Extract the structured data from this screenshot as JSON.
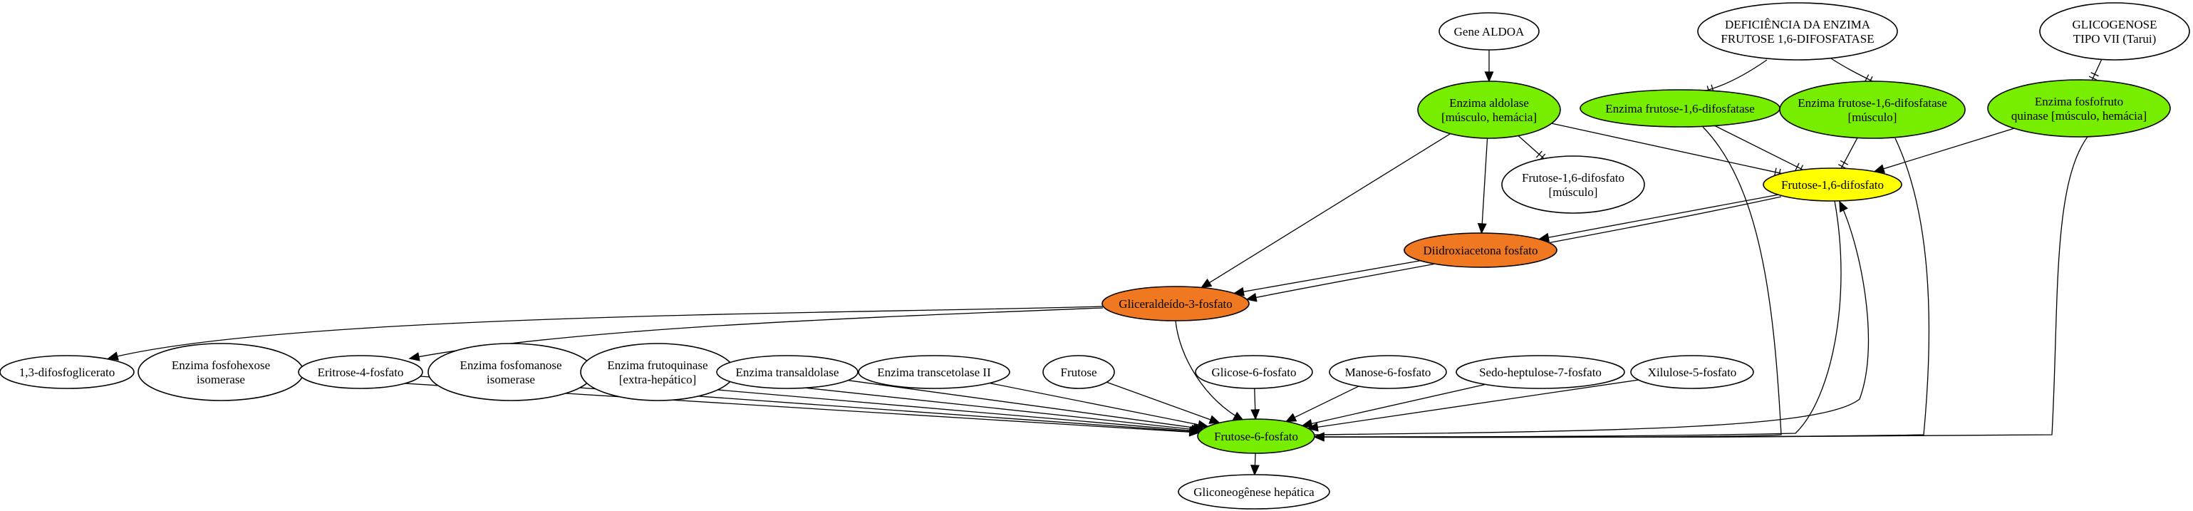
{
  "nodes": [
    {
      "id": "gene_aldoa",
      "lines": [
        "Gene ALDOA"
      ],
      "fill": "#ffffff"
    },
    {
      "id": "deficiencia",
      "lines": [
        "DEFICIÊNCIA DA ENZIMA",
        "FRUTOSE 1,6-DIFOSFATASE"
      ],
      "fill": "#ffffff"
    },
    {
      "id": "glicogenose",
      "lines": [
        "GLICOGENOSE",
        "TIPO VII (Tarui)"
      ],
      "fill": "#ffffff"
    },
    {
      "id": "aldolase",
      "lines": [
        "Enzima aldolase",
        "[músculo, hemácia]"
      ],
      "fill": "#77ee00"
    },
    {
      "id": "fbpase",
      "lines": [
        "Enzima frutose-1,6-difosfatase"
      ],
      "fill": "#77ee00"
    },
    {
      "id": "fbpase_musc",
      "lines": [
        "Enzima frutose-1,6-difosfatase",
        "[músculo]"
      ],
      "fill": "#77ee00"
    },
    {
      "id": "pfk",
      "lines": [
        "Enzima fosfofruto",
        "quinase [músculo, hemácia]"
      ],
      "fill": "#77ee00"
    },
    {
      "id": "f16_musc",
      "lines": [
        "Frutose-1,6-difosfato",
        "[músculo]"
      ],
      "fill": "#ffffff"
    },
    {
      "id": "f16",
      "lines": [
        "Frutose-1,6-difosfato"
      ],
      "fill": "#ffff00"
    },
    {
      "id": "dhap",
      "lines": [
        "Diidroxiacetona fosfato"
      ],
      "fill": "#f07820"
    },
    {
      "id": "g3p",
      "lines": [
        "Gliceraldeído-3-fosfato"
      ],
      "fill": "#f07820"
    },
    {
      "id": "bpg",
      "lines": [
        "1,3-difosfoglicerato"
      ],
      "fill": "#ffffff"
    },
    {
      "id": "fosfohexose",
      "lines": [
        "Enzima fosfohexose",
        "isomerase"
      ],
      "fill": "#ffffff"
    },
    {
      "id": "eritrose",
      "lines": [
        "Eritrose-4-fosfato"
      ],
      "fill": "#ffffff"
    },
    {
      "id": "fosfomanose",
      "lines": [
        "Enzima fosfomanose",
        "isomerase"
      ],
      "fill": "#ffffff"
    },
    {
      "id": "frutoquinase",
      "lines": [
        "Enzima frutoquinase",
        "[extra-hepático]"
      ],
      "fill": "#ffffff"
    },
    {
      "id": "transaldolase",
      "lines": [
        "Enzima transaldolase"
      ],
      "fill": "#ffffff"
    },
    {
      "id": "transcetolase",
      "lines": [
        "Enzima transcetolase II"
      ],
      "fill": "#ffffff"
    },
    {
      "id": "frutose",
      "lines": [
        "Frutose"
      ],
      "fill": "#ffffff"
    },
    {
      "id": "glicose6p",
      "lines": [
        "Glicose-6-fosfato"
      ],
      "fill": "#ffffff"
    },
    {
      "id": "manose6p",
      "lines": [
        "Manose-6-fosfato"
      ],
      "fill": "#ffffff"
    },
    {
      "id": "sedo",
      "lines": [
        "Sedo-heptulose-7-fosfato"
      ],
      "fill": "#ffffff"
    },
    {
      "id": "xilulose",
      "lines": [
        "Xilulose-5-fosfato"
      ],
      "fill": "#ffffff"
    },
    {
      "id": "f6p",
      "lines": [
        "Frutose-6-fosfato"
      ],
      "fill": "#77ee00"
    },
    {
      "id": "gliconeo",
      "lines": [
        "Gliconeogênese hepática"
      ],
      "fill": "#ffffff"
    }
  ],
  "edges": [
    {
      "from": "gene_aldoa",
      "to": "aldolase",
      "type": "arrow"
    },
    {
      "from": "deficiencia",
      "to": "fbpase",
      "type": "tee"
    },
    {
      "from": "deficiencia",
      "to": "fbpase_musc",
      "type": "tee"
    },
    {
      "from": "glicogenose",
      "to": "pfk",
      "type": "tee"
    },
    {
      "from": "aldolase",
      "to": "f16_musc",
      "type": "tee"
    },
    {
      "from": "aldolase",
      "to": "f16",
      "type": "tee"
    },
    {
      "from": "aldolase",
      "to": "dhap",
      "type": "arrow"
    },
    {
      "from": "aldolase",
      "to": "g3p",
      "type": "arrow"
    },
    {
      "from": "fbpase",
      "to": "f16",
      "type": "tee"
    },
    {
      "from": "fbpase_musc",
      "to": "f16",
      "type": "tee"
    },
    {
      "from": "pfk",
      "to": "f16",
      "type": "arrow"
    },
    {
      "from": "f16",
      "to": "dhap",
      "type": "arrow"
    },
    {
      "from": "f16",
      "to": "g3p",
      "type": "arrow"
    },
    {
      "from": "dhap",
      "to": "g3p",
      "type": "arrow"
    },
    {
      "from": "g3p",
      "to": "bpg",
      "type": "arrow"
    },
    {
      "from": "g3p",
      "to": "eritrose",
      "type": "arrow"
    },
    {
      "from": "g3p",
      "to": "f6p",
      "type": "arrow"
    },
    {
      "from": "fosfohexose",
      "to": "f6p",
      "type": "arrow"
    },
    {
      "from": "eritrose",
      "to": "f6p",
      "type": "arrow"
    },
    {
      "from": "fosfomanose",
      "to": "f6p",
      "type": "arrow"
    },
    {
      "from": "frutoquinase",
      "to": "f6p",
      "type": "arrow"
    },
    {
      "from": "transaldolase",
      "to": "f6p",
      "type": "arrow"
    },
    {
      "from": "transcetolase",
      "to": "f6p",
      "type": "arrow"
    },
    {
      "from": "frutose",
      "to": "f6p",
      "type": "arrow"
    },
    {
      "from": "glicose6p",
      "to": "f6p",
      "type": "arrow"
    },
    {
      "from": "manose6p",
      "to": "f6p",
      "type": "arrow"
    },
    {
      "from": "sedo",
      "to": "f6p",
      "type": "arrow"
    },
    {
      "from": "xilulose",
      "to": "f6p",
      "type": "arrow"
    },
    {
      "from": "fbpase",
      "to": "f6p",
      "type": "arrow"
    },
    {
      "from": "fbpase_musc",
      "to": "f6p",
      "type": "arrow"
    },
    {
      "from": "pfk",
      "to": "f6p",
      "type": "arrow"
    },
    {
      "from": "f16",
      "to": "f6p",
      "type": "arrow"
    },
    {
      "from": "f6p",
      "to": "f16",
      "type": "arrow"
    },
    {
      "from": "f6p",
      "to": "gliconeo",
      "type": "arrow"
    }
  ]
}
